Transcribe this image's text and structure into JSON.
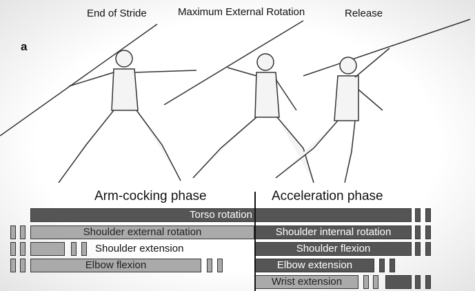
{
  "panel_label": "a",
  "stages": [
    "End of Stride",
    "Maximum External Rotation",
    "Release"
  ],
  "phases": [
    "Arm-cocking phase",
    "Acceleration phase"
  ],
  "bars": {
    "torso_rotation": "Torso rotation",
    "shoulder_external_rotation": "Shoulder external rotation",
    "shoulder_internal_rotation": "Shoulder internal rotation",
    "shoulder_extension": "Shoulder extension",
    "shoulder_flexion": "Shoulder flexion",
    "elbow_flexion": "Elbow flexion",
    "elbow_extension": "Elbow extension",
    "wrist_extension": "Wrist extension"
  },
  "colors": {
    "dark": "#555555",
    "light": "#aaaaaa"
  }
}
